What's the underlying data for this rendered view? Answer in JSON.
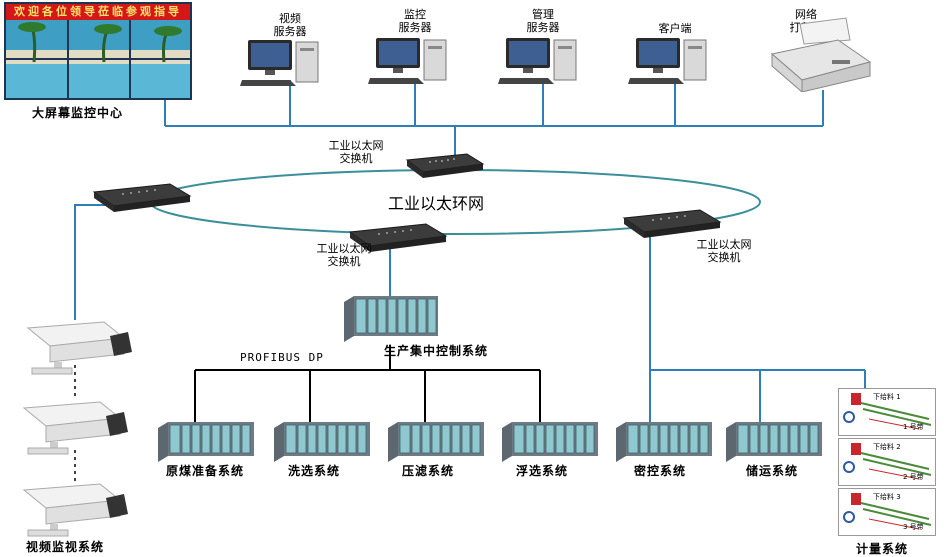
{
  "screen": {
    "banner": "欢迎各位领导莅临参观指导",
    "label": "大屏幕监控中心"
  },
  "top_devices": [
    {
      "label_line1": "视频",
      "label_line2": "服务器"
    },
    {
      "label_line1": "监控",
      "label_line2": "服务器"
    },
    {
      "label_line1": "管理",
      "label_line2": "服务器"
    },
    {
      "label_line1": "客户端",
      "label_line2": ""
    },
    {
      "label_line1": "网络",
      "label_line2": "打印机"
    }
  ],
  "ring": {
    "label": "工业以太环网"
  },
  "switches": [
    {
      "line1": "工业以太网",
      "line2": "交换机"
    },
    {
      "line1": "工业以太网",
      "line2": "交换机"
    },
    {
      "line1": "工业以太网",
      "line2": "交换机"
    }
  ],
  "central_plc": {
    "label": "生产集中控制系统"
  },
  "bus": {
    "label": "PROFIBUS DP"
  },
  "subsystems": [
    {
      "label": "原煤准备系统"
    },
    {
      "label": "洗选系统"
    },
    {
      "label": "压滤系统"
    },
    {
      "label": "浮选系统"
    },
    {
      "label": "密控系统"
    },
    {
      "label": "储运系统"
    }
  ],
  "video": {
    "label": "视频监视系统"
  },
  "metering": {
    "label": "计量系统",
    "panels": [
      {
        "tag": "下给料 1",
        "belt": "1 号带"
      },
      {
        "tag": "下给料 2",
        "belt": "2 号带"
      },
      {
        "tag": "下给料 3",
        "belt": "3 号带"
      }
    ]
  },
  "colors": {
    "wire": "#2e7fb8",
    "ring": "#3a8f9a",
    "bus": "#000000",
    "banner_bg": "#d41818",
    "plc": "#8fc8cf"
  }
}
